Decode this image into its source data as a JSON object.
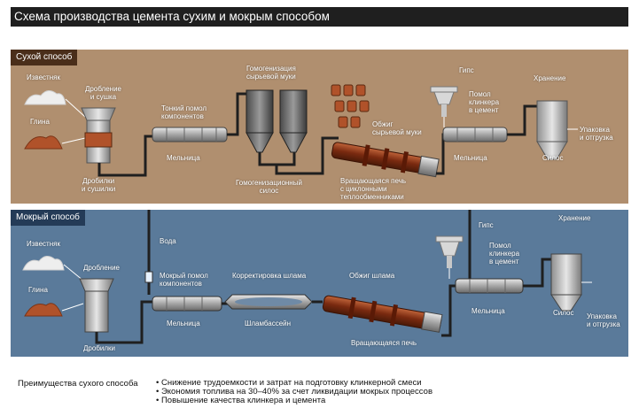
{
  "title": "Схема производства цемента сухим и мокрым способом",
  "dry": {
    "tag": "Сухой способ",
    "limestone": "Известняк",
    "clay": "Глина",
    "crushing": "Дробление\nи сушка",
    "crusher": "Дробилки\nи сушилки",
    "fine_grinding": "Тонкий помол\nкомпонентов",
    "mill": "Мельница",
    "homogenization": "Гомогенизация\nсырьевой муки",
    "homo_silo": "Гомогенизационный\nсилос",
    "firing": "Обжиг\nсырьевой муки",
    "kiln": "Вращающаяся печь\nс циклонными\nтеплообменниками",
    "gypsum": "Гипс",
    "clinker_grinding": "Помол\nклинкера\nв цемент",
    "mill2": "Мельница",
    "storage": "Хранение",
    "silo": "Силос",
    "packing": "Упаковка\nи отгрузка"
  },
  "wet": {
    "tag": "Мокрый способ",
    "limestone": "Известняк",
    "clay": "Глина",
    "water": "Вода",
    "crushing": "Дробление",
    "crusher": "Дробилки",
    "wet_grinding": "Мокрый помол\nкомпонентов",
    "mill": "Мельница",
    "slurry_correction": "Корректировка шлама",
    "slurry_basin": "Шламбассейн",
    "slurry_firing": "Обжиг шлама",
    "kiln": "Вращающаяся печь",
    "gypsum": "Гипс",
    "clinker_grinding": "Помол\nклинкера\nв цемент",
    "mill2": "Мельница",
    "storage": "Хранение",
    "silo": "Силос",
    "packing": "Упаковка\nи отгрузка"
  },
  "advantages": {
    "title": "Преимущества сухого способа",
    "items": [
      "• Снижение трудоемкости и затрат на подготовку клинкерной смеси",
      "• Экономия топлива на 30–40% за счет ликвидации мокрых процессов",
      "• Повышение качества клинкера и цемента"
    ]
  },
  "colors": {
    "dry_bg": "#b08f6f",
    "wet_bg": "#5a7a9a",
    "kiln": "#8a3a1c",
    "metal": "#c8c8c8",
    "clay": "#b0522a"
  }
}
